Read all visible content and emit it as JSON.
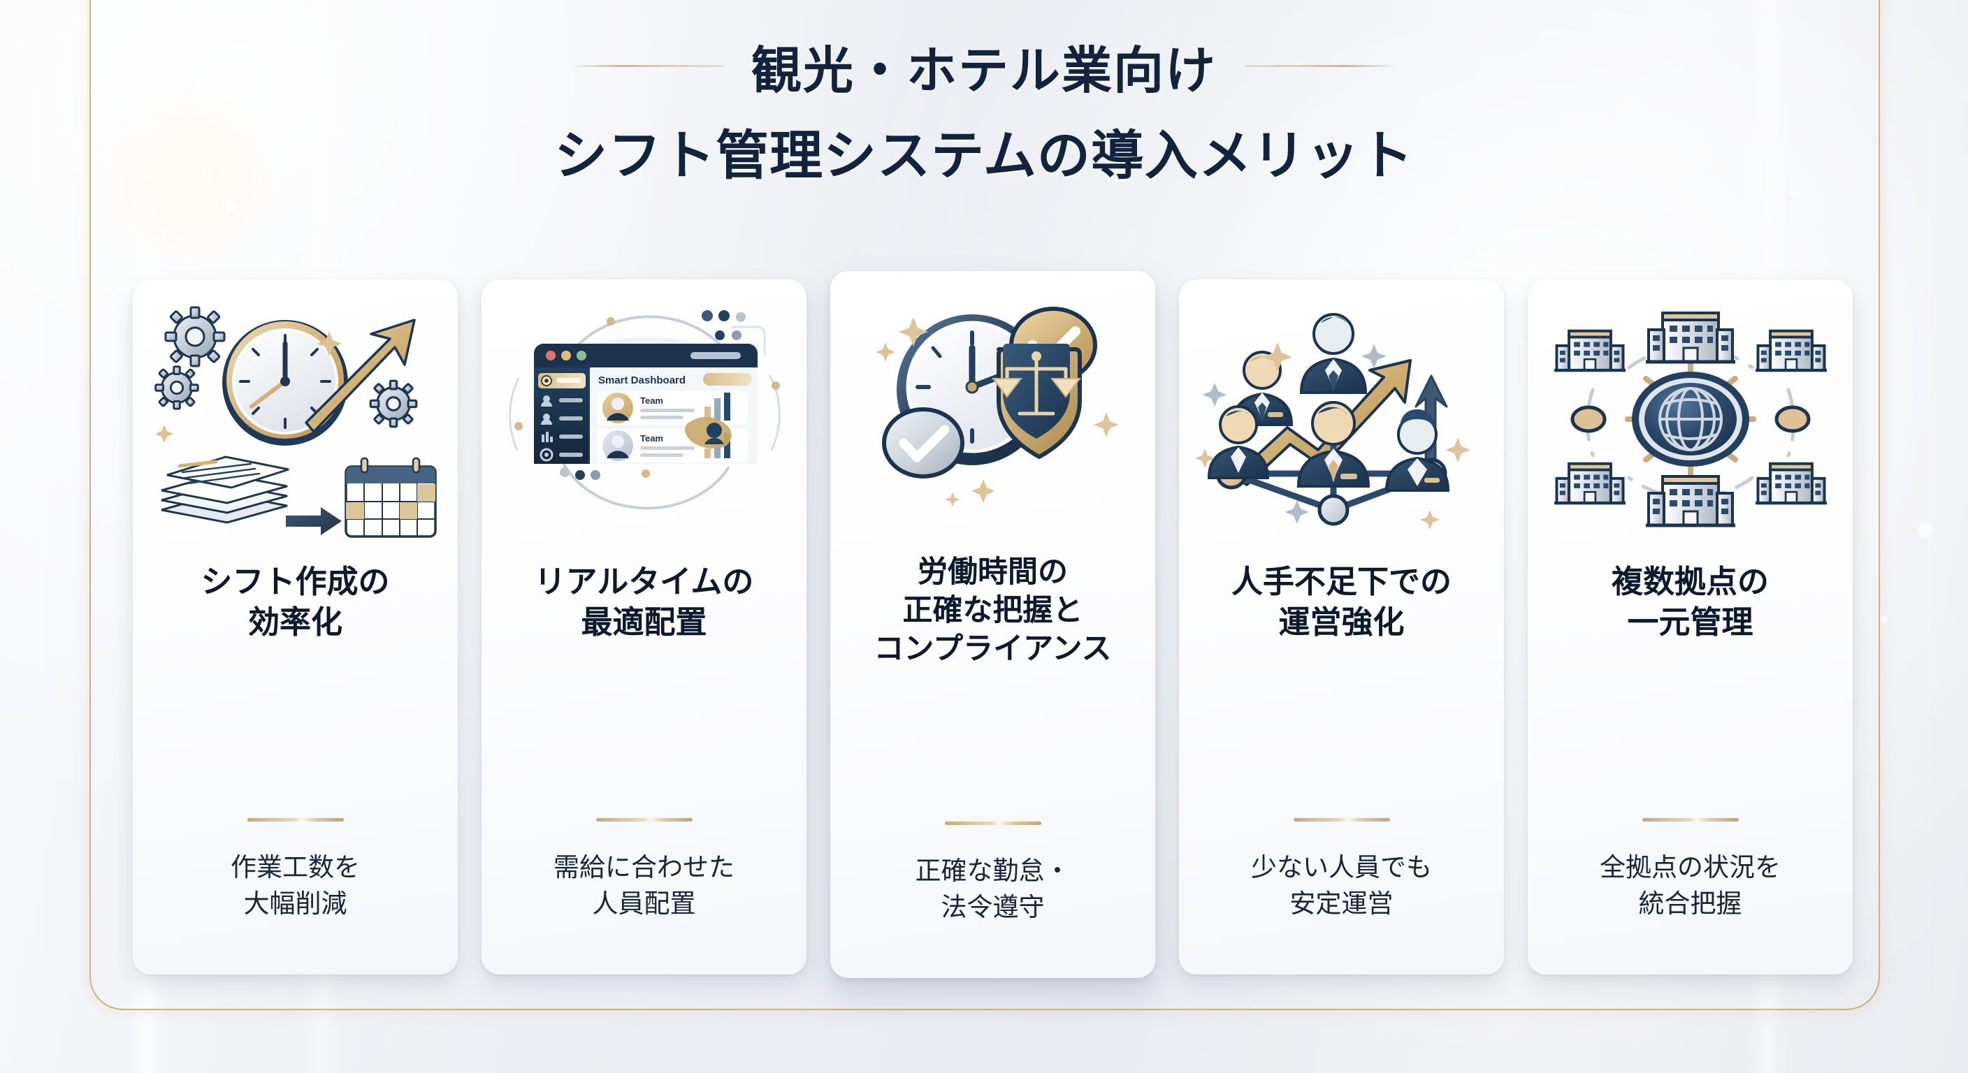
{
  "header": {
    "line1": "観光・ホテル業向け",
    "line2": "シフト管理システムの導入メリット"
  },
  "theme": {
    "navy": "#12243d",
    "title_navy": "#0d1a2e",
    "gold": "#c9ab7c",
    "gold_light": "#e6d6b4",
    "card_bg": "#ffffff",
    "page_bg": "#eef0f4"
  },
  "cards": [
    {
      "id": "shift-creation-efficiency",
      "title": "シフト作成の\n効率化",
      "title_lines": [
        "シフト作成の",
        "効率化"
      ],
      "subtitle_lines": [
        "作業工数を",
        "大幅削減"
      ],
      "illustration": "gears-clock-arrow-papers-calendar",
      "featured": false
    },
    {
      "id": "realtime-optimal-staffing",
      "title": "リアルタイムの\n最適配置",
      "title_lines": [
        "リアルタイムの",
        "最適配置"
      ],
      "subtitle_lines": [
        "需給に合わせた",
        "人員配置"
      ],
      "illustration": "smart-dashboard-window",
      "featured": false,
      "dashboard": {
        "heading": "Smart Dashboard",
        "rows": [
          {
            "label": "Team",
            "avatar": "gold"
          },
          {
            "label": "Team",
            "avatar": "silver"
          }
        ]
      }
    },
    {
      "id": "working-hours-compliance",
      "title": "労働時間の\n正確な把握と\nコンプライアンス",
      "title_lines": [
        "労働時間の",
        "正確な把握と",
        "コンプライアンス"
      ],
      "subtitle_lines": [
        "正確な勤怠・",
        "法令遵守"
      ],
      "illustration": "clock-check-badges-shield-scales",
      "featured": true
    },
    {
      "id": "staff-shortage-operations",
      "title": "人手不足下での\n運営強化",
      "title_lines": [
        "人手不足下での",
        "運営強化"
      ],
      "subtitle_lines": [
        "少ない人員でも",
        "安定運営"
      ],
      "illustration": "team-people-network-growth-arrow",
      "featured": false
    },
    {
      "id": "multi-site-unified-management",
      "title": "複数拠点の\n一元管理",
      "title_lines": [
        "複数拠点の",
        "一元管理"
      ],
      "subtitle_lines": [
        "全拠点の状況を",
        "統合把握"
      ],
      "illustration": "globe-hub-connected-buildings",
      "featured": false
    }
  ]
}
